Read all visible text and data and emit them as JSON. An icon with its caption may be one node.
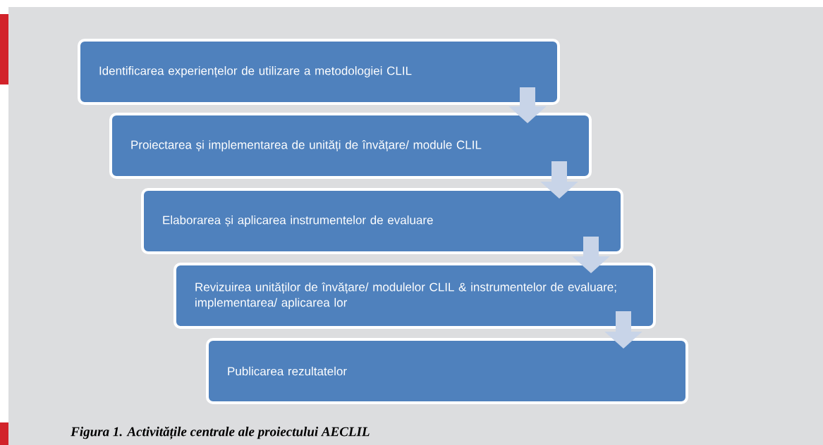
{
  "diagram": {
    "nodes": [
      {
        "text": [
          "Identificarea experiențelor de utilizare a metodologiei CLIL"
        ]
      },
      {
        "text": [
          "Proiectarea și implementarea de unități de învățare/ module CLIL"
        ]
      },
      {
        "text": [
          "Elaborarea și aplicarea instrumentelor de evaluare"
        ]
      },
      {
        "text": [
          "Revizuirea unităților de învățare/ modulelor CLIL & instrumentelor de evaluare; implementarea/ aplicarea lor"
        ]
      },
      {
        "text": [
          "Publicarea rezultatelor"
        ]
      }
    ],
    "edges": [
      {
        "from": 0,
        "to": 1,
        "arrow": "to"
      },
      {
        "from": 1,
        "to": 2,
        "arrow": "to"
      },
      {
        "from": 2,
        "to": 3,
        "arrow": "to"
      },
      {
        "from": 3,
        "to": 4,
        "arrow": "to"
      }
    ],
    "caption": "Figura 1. Activitățile centrale ale proiectului AECLIL"
  }
}
